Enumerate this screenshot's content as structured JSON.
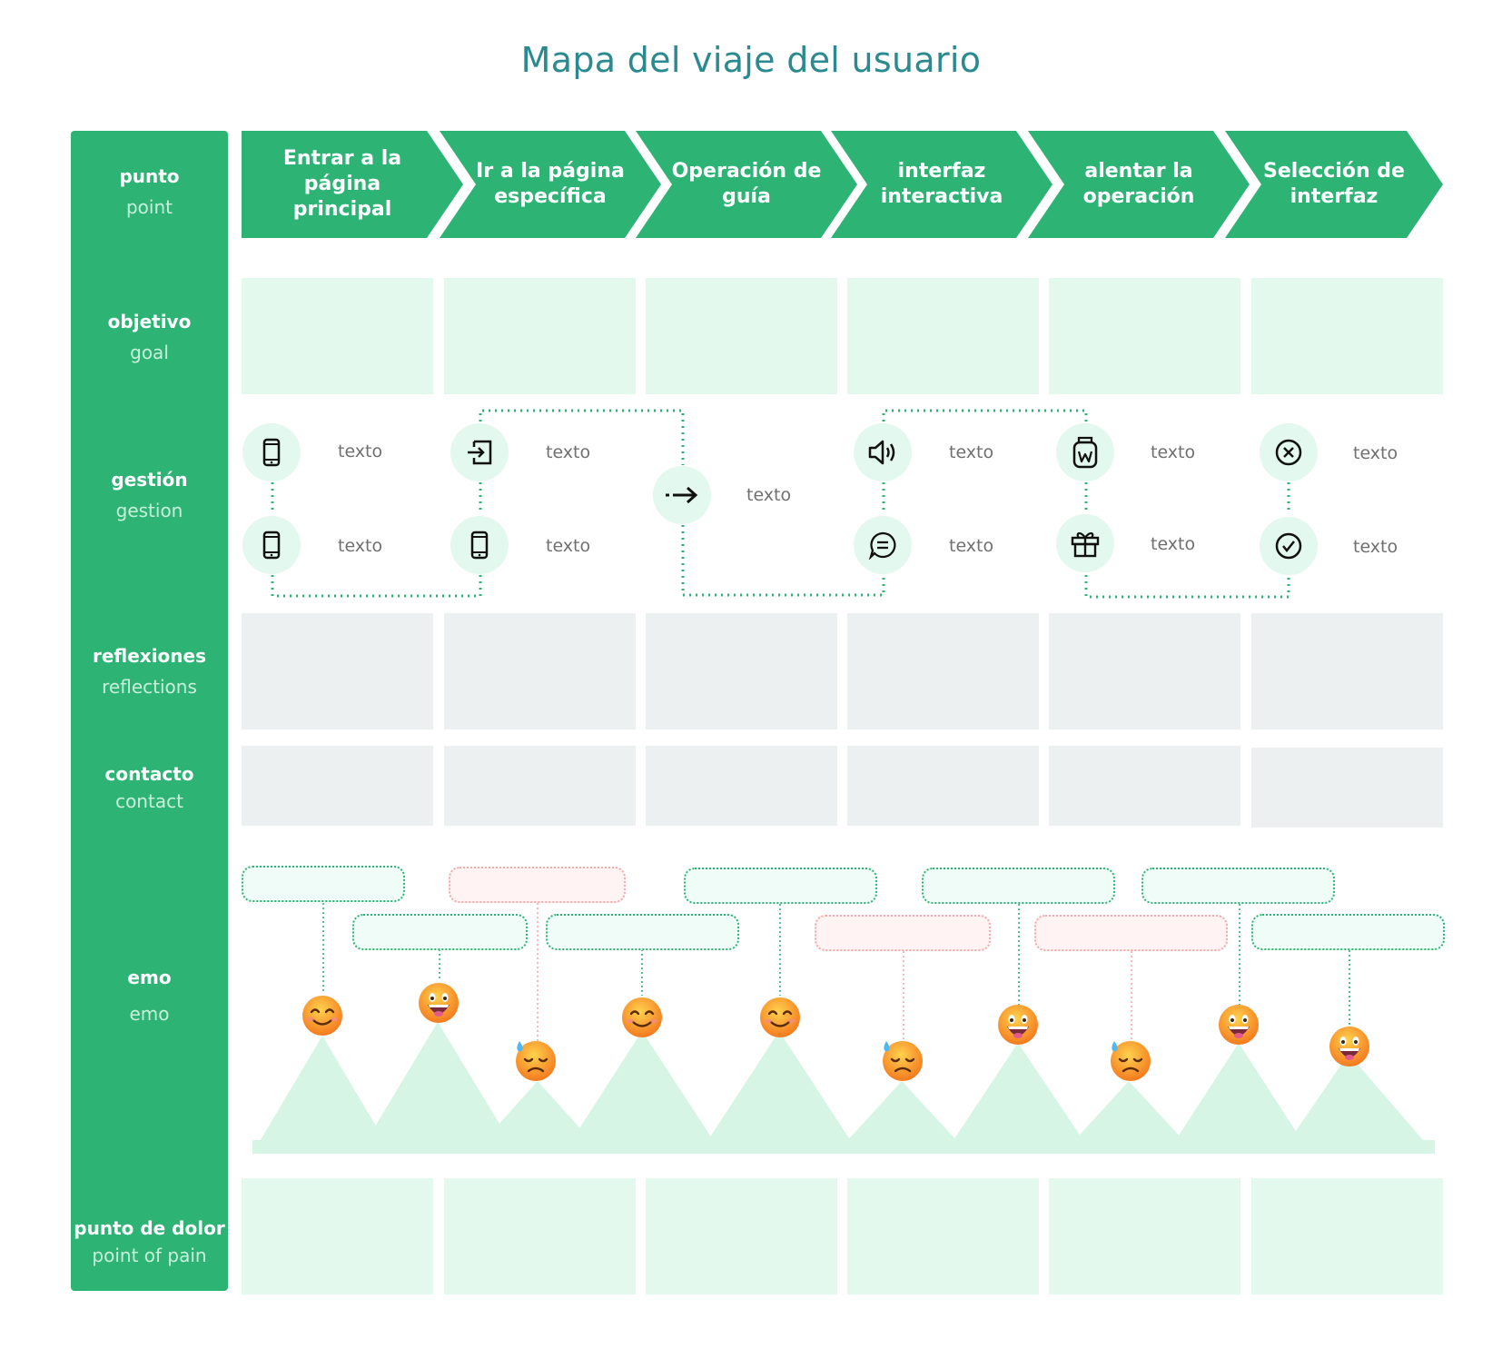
{
  "title": "Mapa del viaje del usuario",
  "rows": {
    "point": {
      "es": "punto",
      "en": "point"
    },
    "goal": {
      "es": "objetivo",
      "en": "goal"
    },
    "gestion": {
      "es": "gestión",
      "en": "gestion"
    },
    "reflections": {
      "es": "reflexiones",
      "en": "reflections"
    },
    "contact": {
      "es": "contacto",
      "en": "contact"
    },
    "emo": {
      "es": "emo",
      "en": "emo"
    },
    "pain": {
      "es": "punto de dolor",
      "en": "point of pain"
    }
  },
  "stages": [
    {
      "line1": "Entrar a la página",
      "line2": "principal"
    },
    {
      "line1": "Ir a la página",
      "line2": "específica"
    },
    {
      "line1": "Operación de",
      "line2": "guía"
    },
    {
      "line1": "interfaz",
      "line2": "interactiva"
    },
    {
      "line1": "alentar la",
      "line2": "operación"
    },
    {
      "line1": "Selección de",
      "line2": "interfaz"
    }
  ],
  "touchpoints": [
    {
      "icon": "phone-icon",
      "label": "texto"
    },
    {
      "icon": "phone-icon",
      "label": "texto"
    },
    {
      "icon": "login-icon",
      "label": "texto"
    },
    {
      "icon": "phone-icon",
      "label": "texto"
    },
    {
      "icon": "arrow-right-icon",
      "label": "texto"
    },
    {
      "icon": "speaker-icon",
      "label": "texto"
    },
    {
      "icon": "chat-icon",
      "label": "texto"
    },
    {
      "icon": "bag-icon",
      "label": "texto"
    },
    {
      "icon": "gift-icon",
      "label": "texto"
    },
    {
      "icon": "close-circle-icon",
      "label": "texto"
    },
    {
      "icon": "check-circle-icon",
      "label": "texto"
    }
  ],
  "emotions": [
    "smile",
    "grin",
    "sad",
    "smile",
    "smile",
    "sad",
    "grin",
    "sad",
    "grin",
    "grin"
  ],
  "colors": {
    "primary": "#2db474",
    "title": "#2a8a8f",
    "goal": "#e3f9ee",
    "neutral": "#edf0f0",
    "negative": "#f2a9a9"
  }
}
